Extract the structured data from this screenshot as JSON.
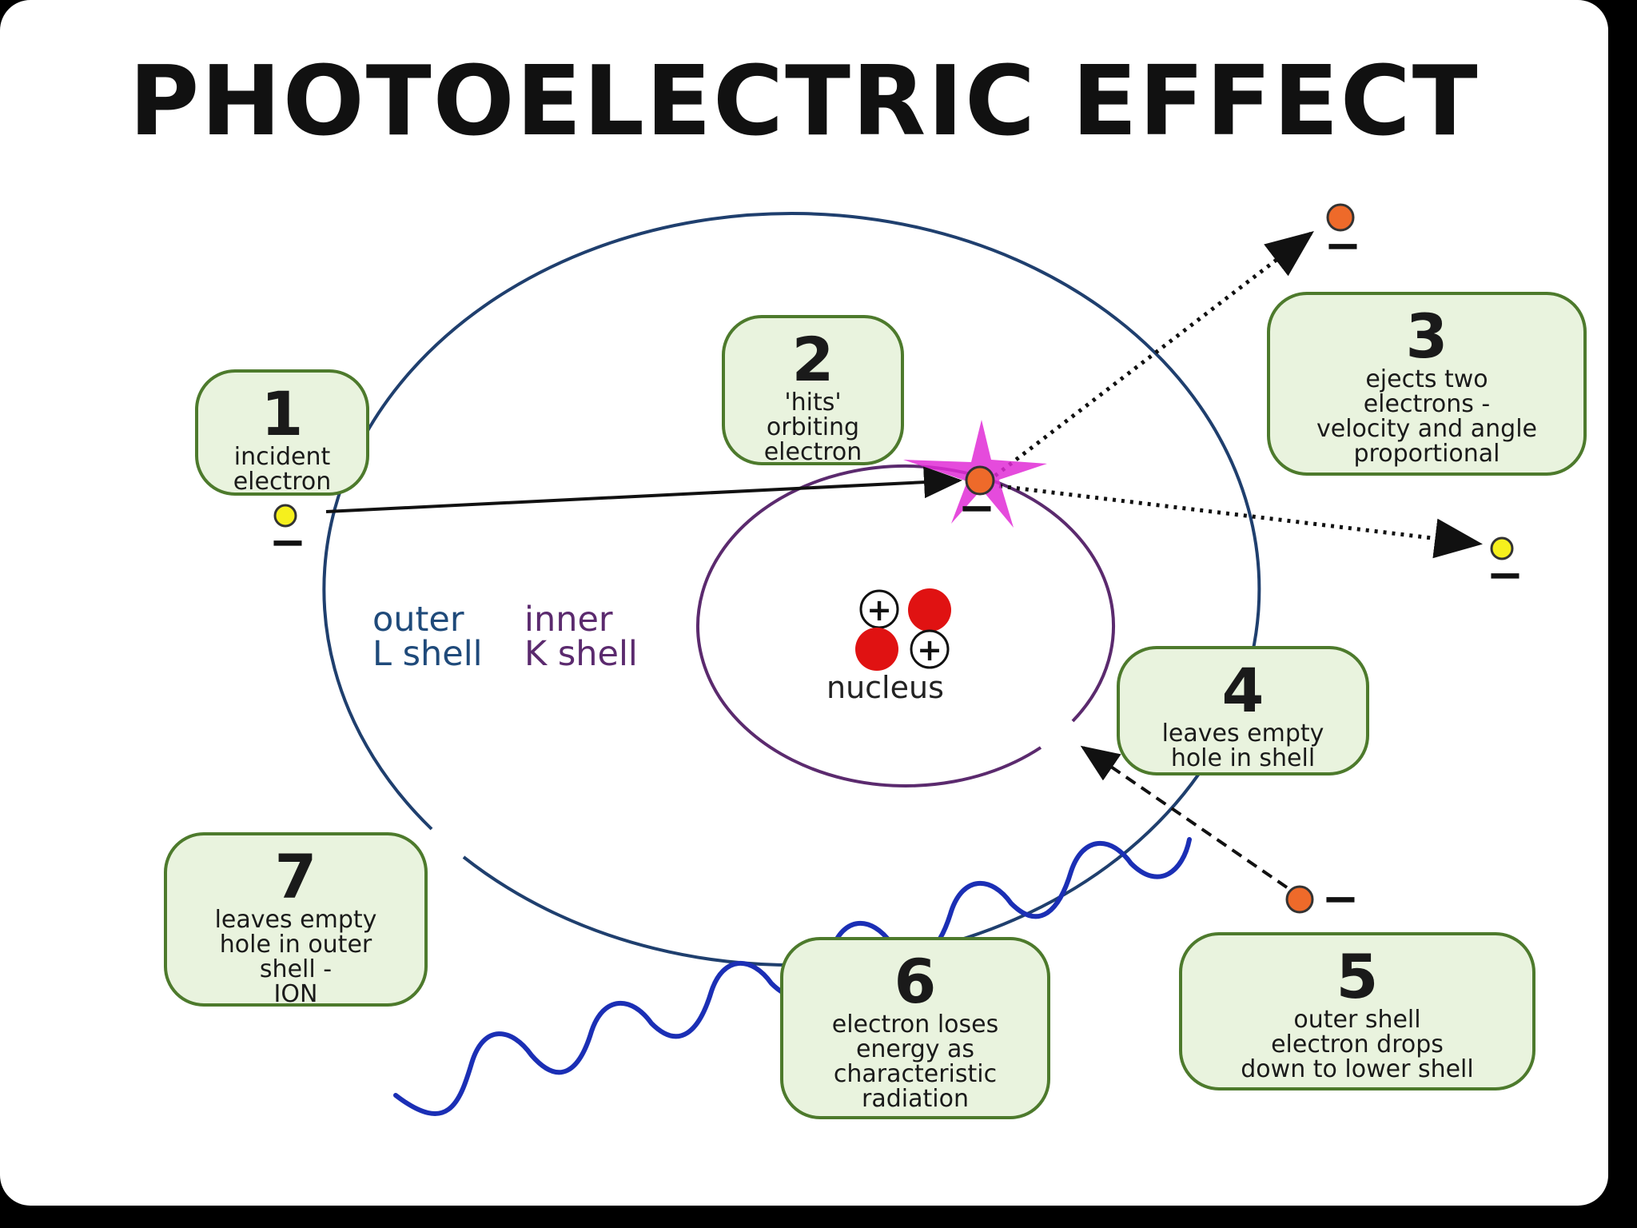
{
  "title": "PHOTOELECTRIC EFFECT",
  "colors": {
    "box_fill": "#e9f3de",
    "box_border": "#4d7a2c",
    "outer_shell": "#1f3f6e",
    "inner_shell": "#5b2a6e",
    "electron_orange": "#ee6a2a",
    "electron_yellow": "#f6f01d",
    "proton_red": "#e01212",
    "radiation_wave": "#1b2fb5",
    "flash": "#e02bd6"
  },
  "labels": {
    "outer_shell": "outer\nL shell",
    "inner_shell": "inner\nK shell",
    "nucleus": "nucleus",
    "charge_minus": "−",
    "charge_plus": "+"
  },
  "steps": [
    {
      "num": "1",
      "text": "incident\nelectron"
    },
    {
      "num": "2",
      "text": "'hits'\norbiting\nelectron"
    },
    {
      "num": "3",
      "text": "ejects two\nelectrons -\nvelocity and angle\nproportional"
    },
    {
      "num": "4",
      "text": "leaves empty\nhole in shell"
    },
    {
      "num": "5",
      "text": "outer shell\nelectron drops\ndown to lower shell"
    },
    {
      "num": "6",
      "text": "electron loses\nenergy as\ncharacteristic\nradiation"
    },
    {
      "num": "7",
      "text": "leaves empty\nhole in outer\nshell -\nION"
    }
  ]
}
